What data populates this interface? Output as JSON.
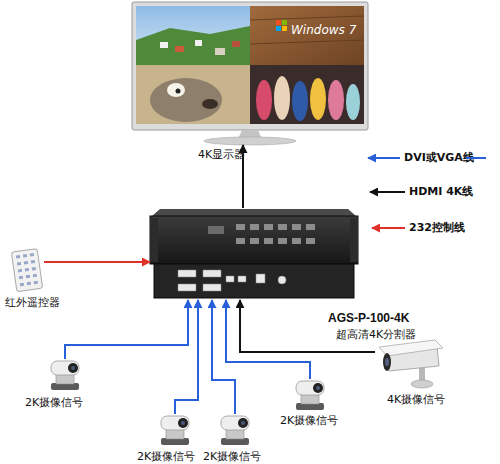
{
  "diagram": {
    "nodes": [
      {
        "text": [
          "4K显示器"
        ]
      },
      {
        "text": [
          "红外遥控器"
        ]
      },
      {
        "text": [
          "AGS-P-100-4K",
          "超高清4K分割器"
        ]
      },
      {
        "text": [
          "2K摄像信号"
        ]
      },
      {
        "text": [
          "2K摄像信号"
        ]
      },
      {
        "text": [
          "2K摄像信号"
        ]
      },
      {
        "text": [
          "2K摄像信号"
        ]
      },
      {
        "text": [
          "4K摄像信号"
        ]
      }
    ],
    "edges": [
      {
        "from": 2,
        "to": 0,
        "arrow": "to"
      },
      {
        "from": 1,
        "to": 2,
        "arrow": "to"
      },
      {
        "from": 3,
        "to": 2,
        "arrow": "to"
      },
      {
        "from": 4,
        "to": 2,
        "arrow": "to"
      },
      {
        "from": 5,
        "to": 2,
        "arrow": "to"
      },
      {
        "from": 6,
        "to": 2,
        "arrow": "to"
      },
      {
        "from": 7,
        "to": 2,
        "arrow": "to"
      }
    ],
    "labels": [
      "Windows 7"
    ],
    "legend": [
      {
        "text": "DVI或VGA线"
      },
      {
        "text": "HDMI 4K线"
      },
      {
        "text": "232控制线"
      }
    ]
  }
}
